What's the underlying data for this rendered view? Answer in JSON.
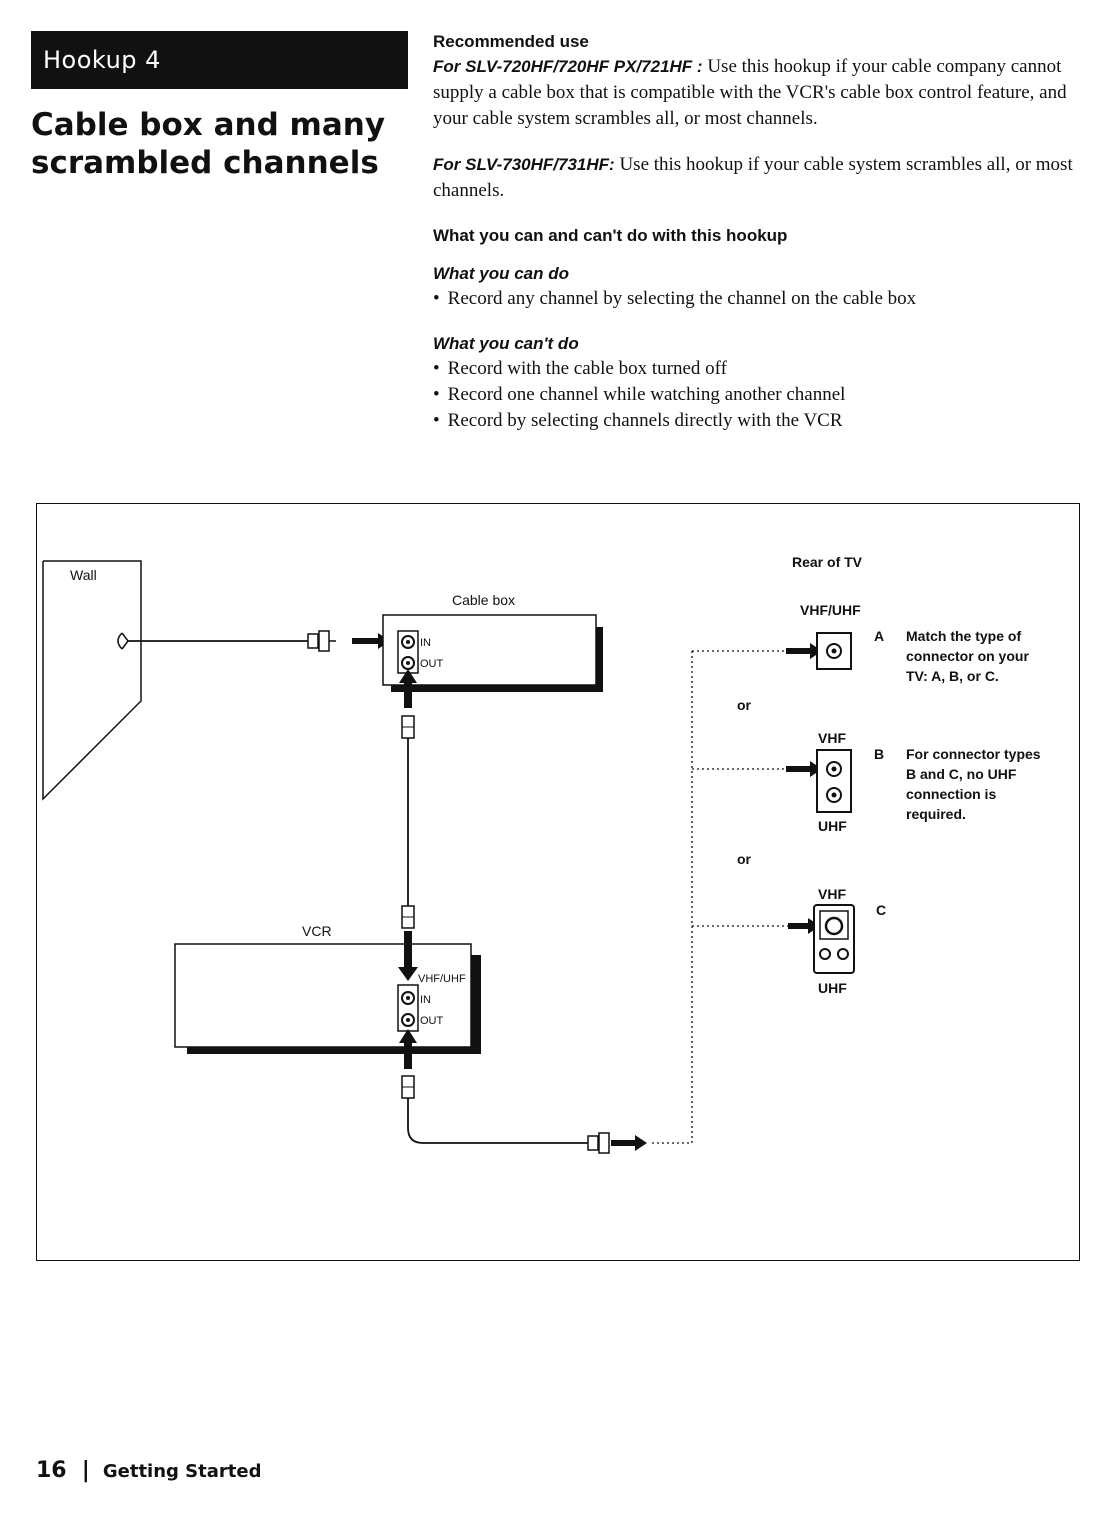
{
  "header": {
    "tab_label": "Hookup 4",
    "title_line1": "Cable box and many",
    "title_line2": "scrambled channels"
  },
  "recommended": {
    "title": "Recommended use",
    "p1_model": "For SLV-720HF/720HF PX/721HF :",
    "p1_text": " Use this hookup if your cable company cannot supply a cable box that is compatible with the VCR's cable box control feature, and your cable system scrambles all, or most channels.",
    "p2_model": "For SLV-730HF/731HF:",
    "p2_text": " Use this hookup if your cable system scrambles all, or most channels."
  },
  "capabilities": {
    "title": "What you can and can't do with this hookup",
    "can_title": "What you can do",
    "can_items": [
      "Record any channel by selecting the channel on the cable box"
    ],
    "cant_title": "What you can't do",
    "cant_items": [
      "Record with the cable box turned off",
      "Record one channel while watching another channel",
      "Record by selecting channels directly with the VCR"
    ]
  },
  "diagram": {
    "wall": "Wall",
    "cable_box": "Cable box",
    "vcr": "VCR",
    "port_in": "IN",
    "port_out": "OUT",
    "port_vhfuhf": "VHF/UHF",
    "rear_of_tv": "Rear of TV",
    "tv_vhfuhf": "VHF/UHF",
    "vhf": "VHF",
    "uhf": "UHF",
    "or": "or",
    "letter_a": "A",
    "letter_b": "B",
    "letter_c": "C",
    "note_a": [
      "Match the type of",
      "connector on your",
      "TV: A, B, or C."
    ],
    "note_b": [
      "For connector types",
      "B and C, no UHF",
      "connection is",
      "required."
    ]
  },
  "footer": {
    "page_number": "16",
    "separator": "|",
    "section": "Getting Started"
  }
}
